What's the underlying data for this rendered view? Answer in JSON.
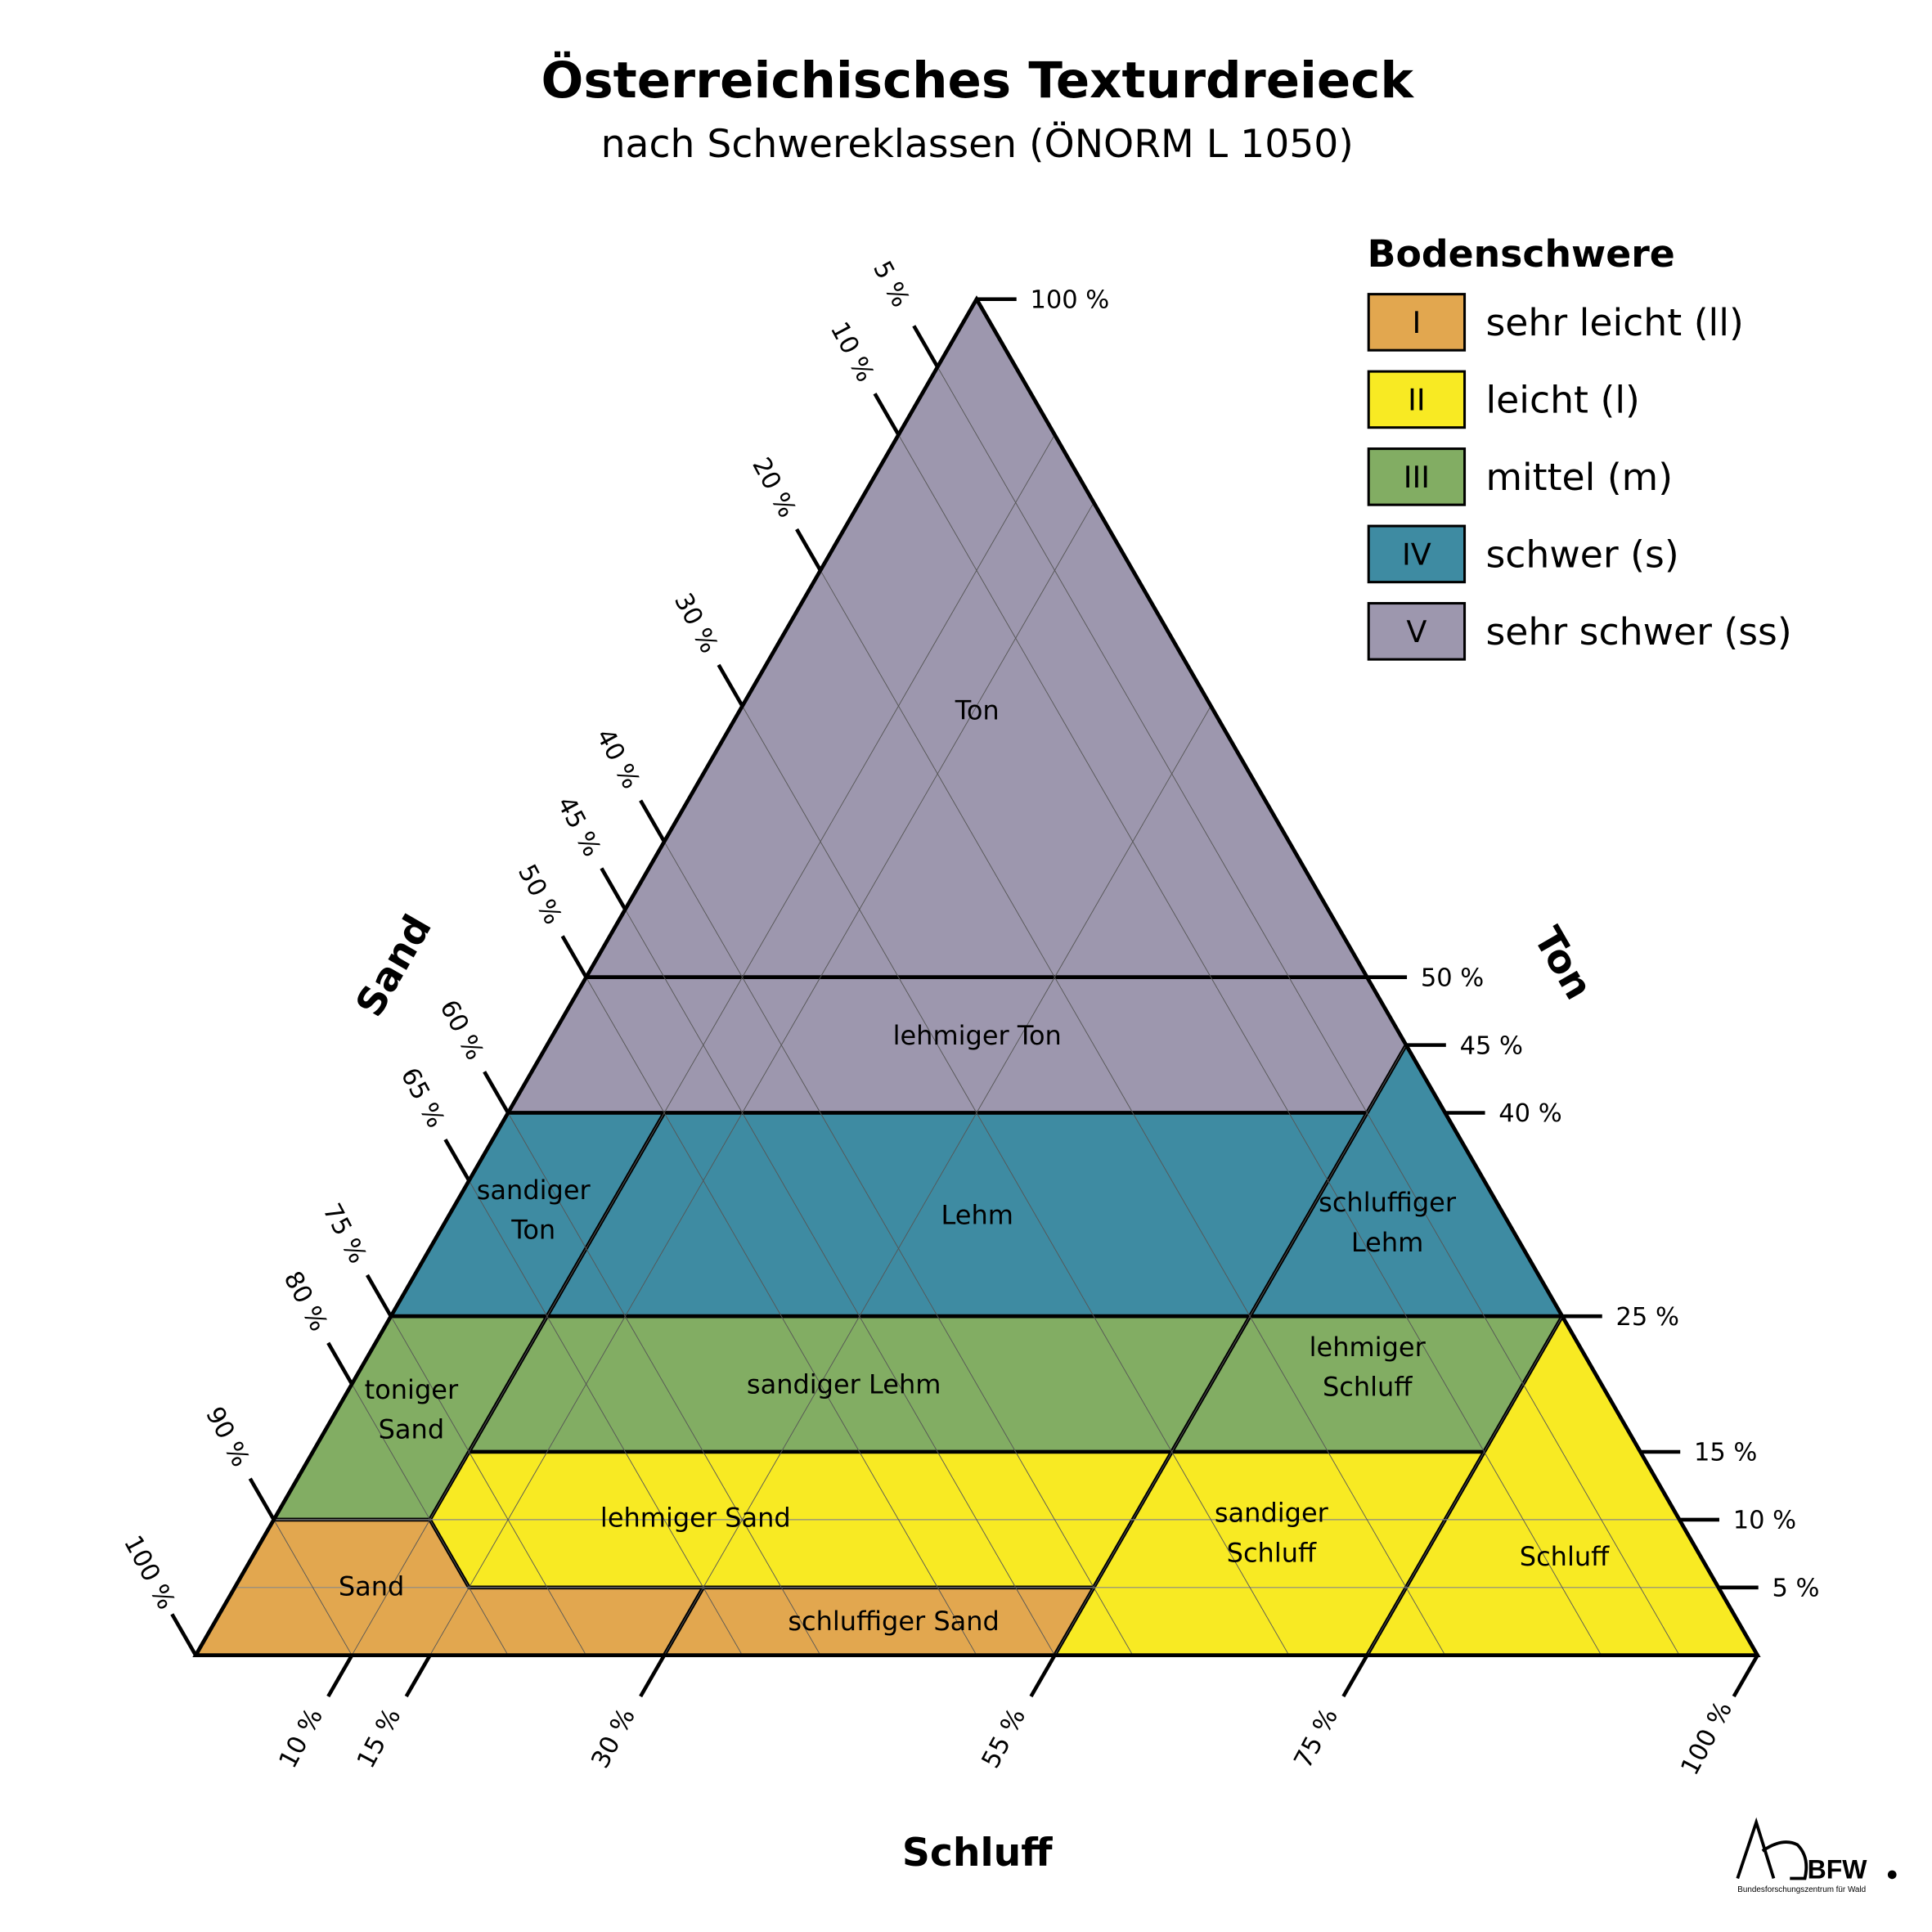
{
  "title": "Österreichisches Texturdreieck",
  "subtitle": "nach Schwereklassen (ÖNORM L 1050)",
  "axes": {
    "sand": "Sand",
    "ton": "Ton",
    "schluff": "Schluff"
  },
  "ticks": {
    "sand": [
      5,
      10,
      20,
      30,
      40,
      45,
      50,
      60,
      65,
      75,
      80,
      90,
      100
    ],
    "ton": [
      100,
      50,
      45,
      40,
      25,
      15,
      10,
      5
    ],
    "schluff": [
      10,
      15,
      30,
      55,
      75,
      100
    ]
  },
  "tick_labels": {
    "sand": [
      "5 %",
      "10 %",
      "20 %",
      "30 %",
      "40 %",
      "45 %",
      "50 %",
      "60 %",
      "65 %",
      "75 %",
      "80 %",
      "90 %",
      "100 %"
    ],
    "ton": [
      "100 %",
      "50 %",
      "45 %",
      "40 %",
      "25 %",
      "15 %",
      "10 %",
      "5 %"
    ],
    "schluff": [
      "10 %",
      "15 %",
      "30 %",
      "55 %",
      "75 %",
      "100 %"
    ]
  },
  "legend": {
    "title": "Bodenschwere",
    "items": [
      {
        "class": "I",
        "label": "sehr leicht (ll)",
        "color": "#E2A74F"
      },
      {
        "class": "II",
        "label": "leicht (l)",
        "color": "#F8EA23"
      },
      {
        "class": "III",
        "label": "mittel (m)",
        "color": "#82AD63"
      },
      {
        "class": "IV",
        "label": "schwer (s)",
        "color": "#3E8BA2"
      },
      {
        "class": "V",
        "label": "sehr schwer (ss)",
        "color": "#9D97AE"
      }
    ]
  },
  "regions": [
    {
      "name": "Ton",
      "lines": [
        "Ton"
      ],
      "class": "V",
      "poly_silt_clay": [
        [
          0,
          50
        ],
        [
          50,
          50
        ],
        [
          0,
          100
        ]
      ]
    },
    {
      "name": "lehmiger Ton",
      "lines": [
        "lehmiger Ton"
      ],
      "class": "V",
      "poly_silt_clay": [
        [
          0,
          40
        ],
        [
          55,
          40
        ],
        [
          55,
          45
        ],
        [
          50,
          50
        ],
        [
          0,
          50
        ]
      ]
    },
    {
      "name": "sandiger Ton",
      "lines": [
        "sandiger",
        "Ton"
      ],
      "class": "IV",
      "poly_silt_clay": [
        [
          0,
          25
        ],
        [
          10,
          25
        ],
        [
          10,
          40
        ],
        [
          0,
          40
        ]
      ]
    },
    {
      "name": "Lehm",
      "lines": [
        "Lehm"
      ],
      "class": "IV",
      "poly_silt_clay": [
        [
          10,
          25
        ],
        [
          55,
          25
        ],
        [
          55,
          40
        ],
        [
          10,
          40
        ]
      ]
    },
    {
      "name": "schluffiger Lehm",
      "lines": [
        "schluffiger",
        "Lehm"
      ],
      "class": "IV",
      "poly_silt_clay": [
        [
          55,
          25
        ],
        [
          75,
          25
        ],
        [
          55,
          45
        ]
      ]
    },
    {
      "name": "toniger Sand",
      "lines": [
        "toniger",
        "Sand"
      ],
      "class": "III",
      "poly_silt_clay": [
        [
          0,
          10
        ],
        [
          10,
          10
        ],
        [
          10,
          25
        ],
        [
          0,
          25
        ]
      ]
    },
    {
      "name": "sandiger Lehm",
      "lines": [
        "sandiger Lehm"
      ],
      "class": "III",
      "poly_silt_clay": [
        [
          10,
          15
        ],
        [
          55,
          15
        ],
        [
          55,
          25
        ],
        [
          10,
          25
        ]
      ]
    },
    {
      "name": "lehmiger Schluff",
      "lines": [
        "lehmiger",
        "Schluff"
      ],
      "class": "III",
      "poly_silt_clay": [
        [
          55,
          15
        ],
        [
          75,
          15
        ],
        [
          75,
          25
        ],
        [
          55,
          25
        ]
      ]
    },
    {
      "name": "lehmiger Sand",
      "lines": [
        "lehmiger Sand"
      ],
      "class": "II",
      "poly_silt_clay": [
        [
          10,
          10
        ],
        [
          10,
          15
        ],
        [
          55,
          15
        ],
        [
          55,
          5
        ],
        [
          15,
          5
        ]
      ]
    },
    {
      "name": "sandiger Schluff",
      "lines": [
        "sandiger",
        "Schluff"
      ],
      "class": "II",
      "poly_silt_clay": [
        [
          55,
          0
        ],
        [
          55,
          15
        ],
        [
          75,
          15
        ],
        [
          75,
          0
        ]
      ]
    },
    {
      "name": "Schluff",
      "lines": [
        "Schluff"
      ],
      "class": "II",
      "poly_silt_clay": [
        [
          75,
          0
        ],
        [
          75,
          25
        ],
        [
          100,
          0
        ]
      ]
    },
    {
      "name": "Sand",
      "lines": [
        "Sand"
      ],
      "class": "I",
      "poly_silt_clay": [
        [
          0,
          0
        ],
        [
          0,
          10
        ],
        [
          10,
          10
        ],
        [
          15,
          5
        ],
        [
          30,
          5
        ],
        [
          30,
          0
        ]
      ]
    },
    {
      "name": "schluffiger Sand",
      "lines": [
        "schluffiger Sand"
      ],
      "class": "I",
      "poly_silt_clay": [
        [
          30,
          0
        ],
        [
          30,
          5
        ],
        [
          55,
          5
        ],
        [
          55,
          0
        ]
      ]
    }
  ],
  "logo": {
    "text": "BFW.",
    "subtext": "Bundesforschungszentrum für Wald"
  }
}
